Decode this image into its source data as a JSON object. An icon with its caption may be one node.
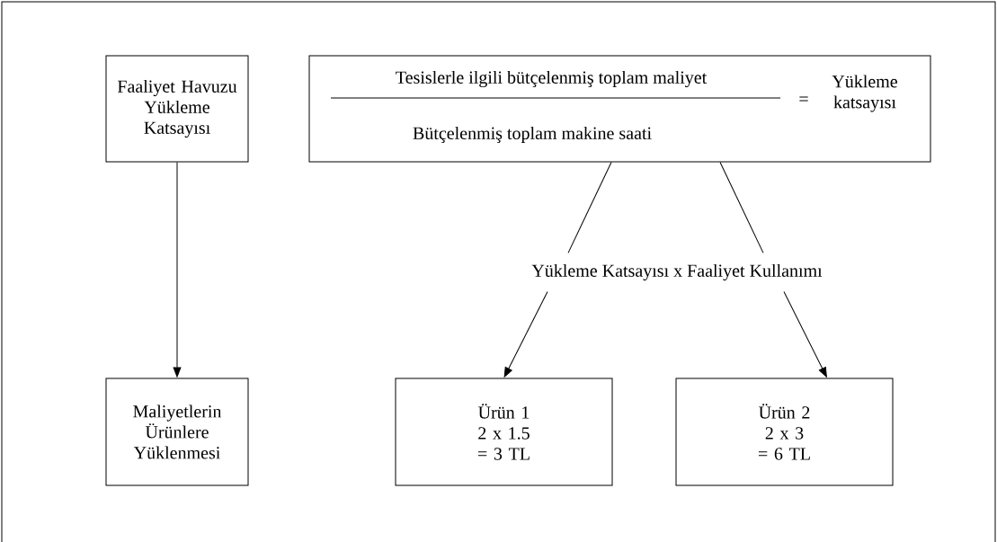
{
  "diagram": {
    "nodes": [
      {
        "text": [
          "Faaliyet Havuzu Yükleme Katsayısı"
        ]
      },
      {
        "text": [
          "Tesislerle ilgili bütçelenmiş toplam maliyet",
          "Bütçelenmiş toplam makine saati",
          "=",
          "Yükleme katsayısı"
        ]
      },
      {
        "text": [
          "Yükleme Katsayısı x Faaliyet Kullanımı"
        ]
      },
      {
        "text": [
          "Maliyetlerin Ürünlere Yüklenmesi"
        ]
      },
      {
        "text": [
          "Ürün 1",
          "2 x 1.5",
          "= 3 TL"
        ]
      },
      {
        "text": [
          "Ürün 2",
          "2 x 3",
          "= 6 TL"
        ]
      }
    ],
    "edges": [
      {
        "from": 0,
        "to": 3,
        "arrow": "to"
      },
      {
        "from": 1,
        "to": 2,
        "arrow": "none"
      },
      {
        "from": 1,
        "to": 2,
        "arrow": "none"
      },
      {
        "from": 2,
        "to": 4,
        "arrow": "to"
      },
      {
        "from": 2,
        "to": 5,
        "arrow": "to"
      }
    ]
  }
}
